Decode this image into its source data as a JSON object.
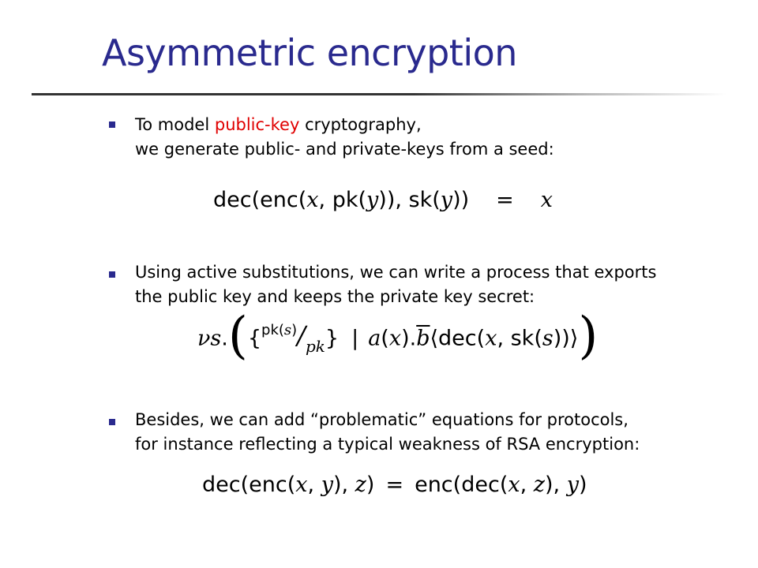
{
  "title": "Asymmetric encryption",
  "colors": {
    "title": "#2a2a8e",
    "bullet": "#2a2a8e",
    "highlight": "#e00000"
  },
  "bullets": [
    {
      "line1_pre": "To model ",
      "line1_highlight": "public-key",
      "line1_post": " cryptography,",
      "line2": "we generate public- and private-keys from a seed:"
    },
    {
      "line1": "Using active substitutions, we can write a process that exports",
      "line2": "the public key and keeps the private key secret:"
    },
    {
      "line1": "Besides, we can add “problematic” equations for protocols,",
      "line2": "for instance reflecting a typical weakness of RSA encryption:"
    }
  ],
  "formulas": {
    "f1": {
      "dec": "dec",
      "lp1": "(",
      "enc": "enc",
      "lp2": "(",
      "x": "x",
      "comma1": ", ",
      "pk": "pk",
      "lp3": "(",
      "y1": "y",
      "rp3": ")",
      "rp2": ")",
      "comma2": ", ",
      "sk": "sk",
      "lp4": "(",
      "y2": "y",
      "rp4": ")",
      "rp1": ")",
      "eq": "=",
      "rhs": "x"
    },
    "f2": {
      "nu": "ν",
      "s": "s",
      "dot": ".",
      "lparen": "(",
      "lbrace": "{",
      "num": "pk(",
      "num_s": "s",
      "num_close": ")",
      "slash": "/",
      "den": "pk",
      "rbrace": "}",
      "bar": "|",
      "a": "a",
      "ax_open": "(",
      "ax": "x",
      "ax_close": ").",
      "b": "b",
      "langle": "⟨",
      "dec": "dec",
      "d_open": "(",
      "dx": "x",
      "dcomma": ", ",
      "sk": "sk",
      "sk_open": "(",
      "sk_s": "s",
      "sk_close": "))",
      "rangle": "⟩",
      "rparen": ")"
    },
    "f3": {
      "dec1": "dec",
      "lp1": "(",
      "enc1": "enc",
      "lp2": "(",
      "x1": "x",
      "c1": ", ",
      "y1": "y",
      "rp2": ")",
      "c2": ", ",
      "z1": "z",
      "rp1": ")",
      "eq": "=",
      "enc2": "enc",
      "lp3": "(",
      "dec2": "dec",
      "lp4": "(",
      "x2": "x",
      "c3": ", ",
      "z2": "z",
      "rp4": ")",
      "c4": ", ",
      "y2": "y",
      "rp3": ")"
    }
  }
}
